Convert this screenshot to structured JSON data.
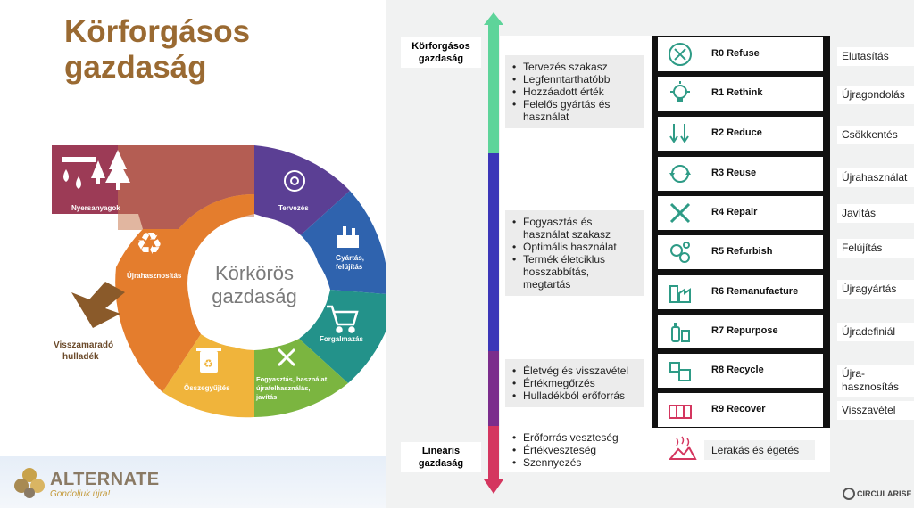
{
  "left": {
    "title_line1": "Körforgásos",
    "title_line2": "gazdaság",
    "wheel_center_line1": "Körkörös",
    "wheel_center_line2": "gazdaság",
    "segments": {
      "nyersanyagok": "Nyersanyagok",
      "tervezes": "Tervezés",
      "gyartas_line1": "Gyártás,",
      "gyartas_line2": "felújítás",
      "forgalmazas": "Forgalmazás",
      "fogyasztas_line1": "Fogyasztás, használat,",
      "fogyasztas_line2": "újrafelhasználás,",
      "fogyasztas_line3": "javítás",
      "osszegyujtes": "Összegyűjtés",
      "ujrahasznositas": "Újrahasznosítás"
    },
    "residual_line1": "Visszamaradó",
    "residual_line2": "hulladék",
    "brand_name": "ALTERNATE",
    "brand_slogan": "Gondoljuk újra!",
    "colors": {
      "title": "#9a6a32",
      "nyersanyagok": "#9c3b56",
      "tervezes": "#5b3f94",
      "gyartas": "#2f63ae",
      "forgalmazas": "#23928a",
      "fogyasztas": "#7bb540",
      "osszegyujtes": "#f0b43b",
      "ujrahasznositas": "#e47d2d",
      "residual_arrow": "#8a5a2a"
    }
  },
  "right": {
    "circular_label_line1": "Körforgásos",
    "circular_label_line2": "gazdaság",
    "linear_label_line1": "Lineáris",
    "linear_label_line2": "gazdaság",
    "stages": [
      {
        "items": [
          "Tervezés szakasz",
          "Legfenntarthatóbb",
          "Hozzáadott érték",
          "Felelős gyártás és használat"
        ],
        "color": "#5ed49a"
      },
      {
        "items": [
          "Fogyasztás és használat szakasz",
          "Optimális használat",
          "Termék életciklus hosszabbítás, megtartás"
        ],
        "color": "#3b36b8"
      },
      {
        "items": [
          "Életvég és visszavétel",
          "Értékmegőrzés",
          "Hulladékból erőforrás"
        ],
        "color": "#7b2d8c"
      },
      {
        "items": [
          "Erőforrás veszteség",
          "Értékveszteség",
          "Szennyezés"
        ],
        "color": "#d4365f"
      }
    ],
    "r_strategies": [
      {
        "code": "R0 Refuse",
        "hu": "Elutasítás",
        "icon": "refuse-icon"
      },
      {
        "code": "R1 Rethink",
        "hu": "Újragondolás",
        "icon": "rethink-icon"
      },
      {
        "code": "R2 Reduce",
        "hu": "Csökkentés",
        "icon": "reduce-icon"
      },
      {
        "code": "R3 Reuse",
        "hu": "Újrahasználat",
        "icon": "reuse-icon"
      },
      {
        "code": "R4 Repair",
        "hu": "Javítás",
        "icon": "repair-icon"
      },
      {
        "code": "R5 Refurbish",
        "hu": "Felújítás",
        "icon": "refurbish-icon"
      },
      {
        "code": "R6 Remanufacture",
        "hu": "Újragyártás",
        "icon": "remanufacture-icon"
      },
      {
        "code": "R7 Repurpose",
        "hu": "Újradefiniál",
        "icon": "repurpose-icon"
      },
      {
        "code": "R8 Recycle",
        "hu": "Újra-\nhasznosítás",
        "icon": "recycle-icon"
      },
      {
        "code": "R9 Recover",
        "hu": "Visszavétel",
        "icon": "recover-icon"
      }
    ],
    "landfill_label": "Lerakás és égetés",
    "circularise_logo": "CIRCULARISE",
    "icon_color": "#2e9b86"
  }
}
